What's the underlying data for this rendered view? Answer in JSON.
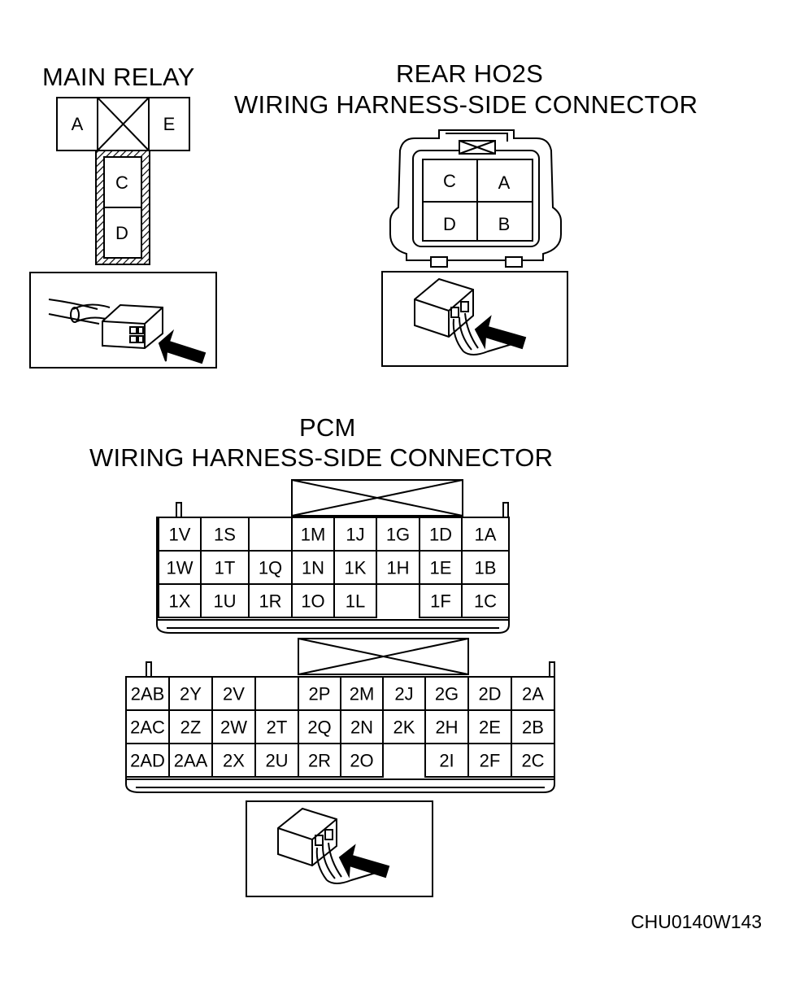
{
  "main_relay": {
    "title": "MAIN RELAY",
    "pins": [
      "A",
      "E",
      "C",
      "D"
    ]
  },
  "rear_ho2s": {
    "title_line1": "REAR HO2S",
    "title_line2": "WIRING HARNESS-SIDE CONNECTOR",
    "pins": [
      "C",
      "A",
      "D",
      "B"
    ]
  },
  "pcm": {
    "title_line1": "PCM",
    "title_line2": "WIRING HARNESS-SIDE CONNECTOR",
    "connector1_rows": [
      [
        "1V",
        "1S",
        "",
        "1M",
        "1J",
        "1G",
        "1D",
        "1A"
      ],
      [
        "1W",
        "1T",
        "1Q",
        "1N",
        "1K",
        "1H",
        "1E",
        "1B"
      ],
      [
        "1X",
        "1U",
        "1R",
        "1O",
        "1L",
        "",
        "1F",
        "1C"
      ]
    ],
    "connector2_rows": [
      [
        "2AB",
        "2Y",
        "2V",
        "",
        "2P",
        "2M",
        "2J",
        "2G",
        "2D",
        "2A"
      ],
      [
        "2AC",
        "2Z",
        "2W",
        "2T",
        "2Q",
        "2N",
        "2K",
        "2H",
        "2E",
        "2B"
      ],
      [
        "2AD",
        "2AA",
        "2X",
        "2U",
        "2R",
        "2O",
        "",
        "2I",
        "2F",
        "2C"
      ]
    ]
  },
  "figure_code": "CHU0140W143"
}
